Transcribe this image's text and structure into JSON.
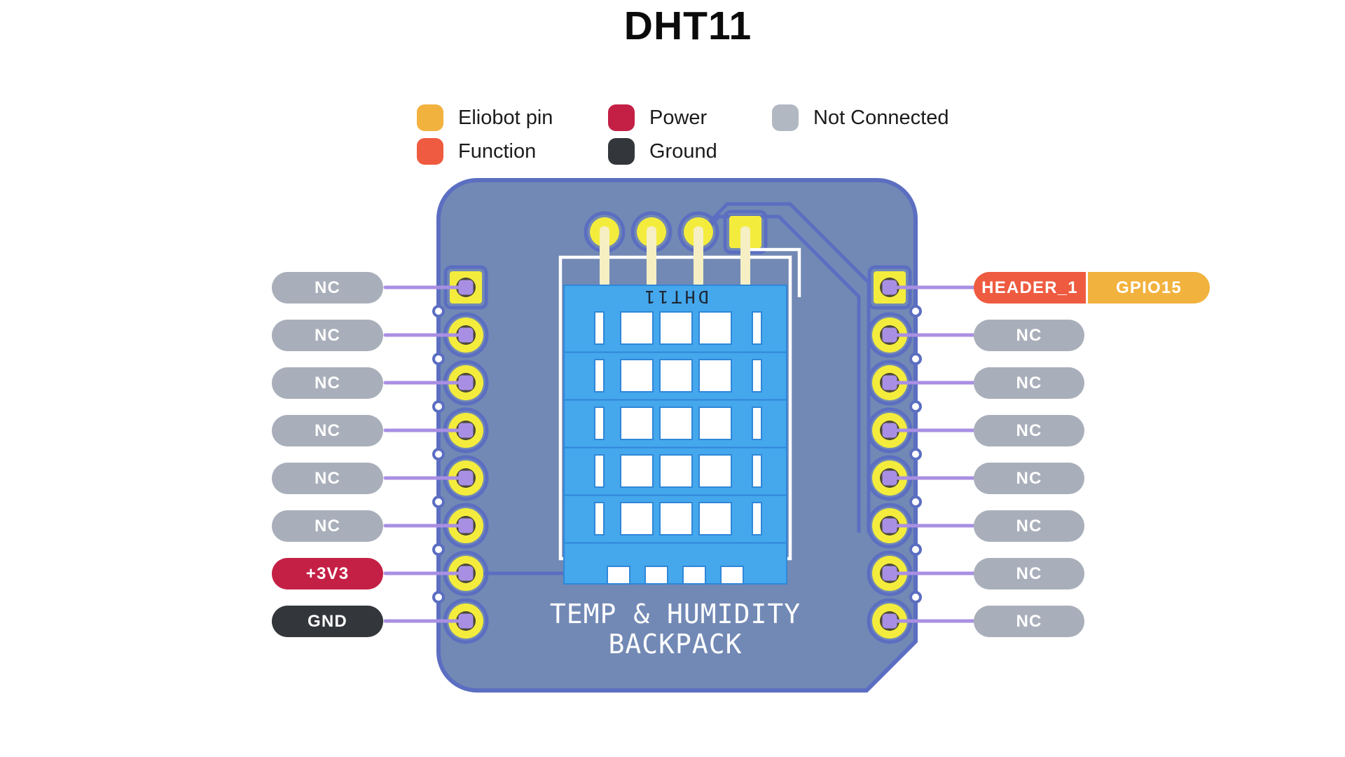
{
  "title": "DHT11",
  "legend": {
    "items": [
      {
        "label": "Eliobot pin",
        "color": "#F2B23E"
      },
      {
        "label": "Power",
        "color": "#C42045"
      },
      {
        "label": "Not Connected",
        "color": "#B2B8C2"
      },
      {
        "label": "Function",
        "color": "#EE5B40"
      },
      {
        "label": "Ground",
        "color": "#33363B"
      }
    ]
  },
  "left_pins": [
    {
      "label": "NC",
      "color": "#A9AFBA"
    },
    {
      "label": "NC",
      "color": "#A9AFBA"
    },
    {
      "label": "NC",
      "color": "#A9AFBA"
    },
    {
      "label": "NC",
      "color": "#A9AFBA"
    },
    {
      "label": "NC",
      "color": "#A9AFBA"
    },
    {
      "label": "NC",
      "color": "#A9AFBA"
    },
    {
      "label": "+3V3",
      "color": "#C42045"
    },
    {
      "label": "GND",
      "color": "#33363B"
    }
  ],
  "right_pins": [
    {
      "label": "HEADER_1",
      "color": "#EE5B40",
      "gpio": "GPIO15",
      "gpio_color": "#F2B23E"
    },
    {
      "label": "NC",
      "color": "#A9AFBA"
    },
    {
      "label": "NC",
      "color": "#A9AFBA"
    },
    {
      "label": "NC",
      "color": "#A9AFBA"
    },
    {
      "label": "NC",
      "color": "#A9AFBA"
    },
    {
      "label": "NC",
      "color": "#A9AFBA"
    },
    {
      "label": "NC",
      "color": "#A9AFBA"
    },
    {
      "label": "NC",
      "color": "#A9AFBA"
    }
  ],
  "board": {
    "sensor_label": "DHT11",
    "caption_line1": "TEMP & HUMIDITY",
    "caption_line2": "BACKPACK"
  },
  "colors": {
    "board": "#7289B5",
    "board_border": "#5B6EC1",
    "sensor": "#45A7EC",
    "sensor_line": "#2F87D8",
    "pad_yellow": "#F4EC3D",
    "pad_leg": "#F5EFC3",
    "pad_hole": "#4C4A36",
    "purple": "#A98FE3"
  }
}
